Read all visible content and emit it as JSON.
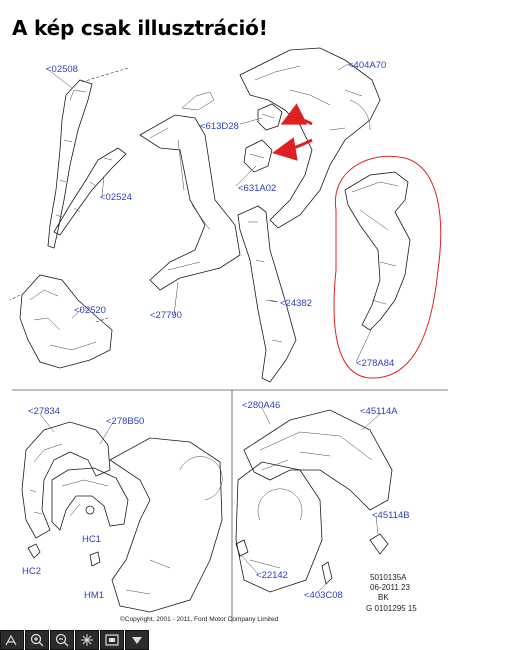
{
  "title": "A kép csak illusztráció!",
  "labels": {
    "l02508": "<02508",
    "l404A70": "<404A70",
    "l613D28": "<613D28",
    "l631A02": "<631A02",
    "l02524": "<02524",
    "l27790": "<27790",
    "l24382": "<24382",
    "l02520": "<02520",
    "l278A84": "<278A84",
    "l27834": "<27834",
    "l278B50": "<278B50",
    "l280A46": "<280A46",
    "l45114A": "<45114A",
    "l45114B": "<45114B",
    "lHC1": "HC1",
    "lHC2": "HC2",
    "lHM1": "HM1",
    "l22142": "<22142",
    "l403C08": "<403C08"
  },
  "ref_block": [
    "5010135A",
    "06-2011 23",
    "BK",
    "G 0101295 15"
  ],
  "copyright": "©Copyright, 2001 - 2011, Ford Motor Company Limited",
  "toolbar_icons": [
    "select-icon",
    "zoom-in-icon",
    "zoom-out-icon",
    "pan-icon",
    "fit-icon",
    "menu-down-icon"
  ],
  "colors": {
    "label": "#2b3fc4",
    "highlight": "#e02020"
  }
}
